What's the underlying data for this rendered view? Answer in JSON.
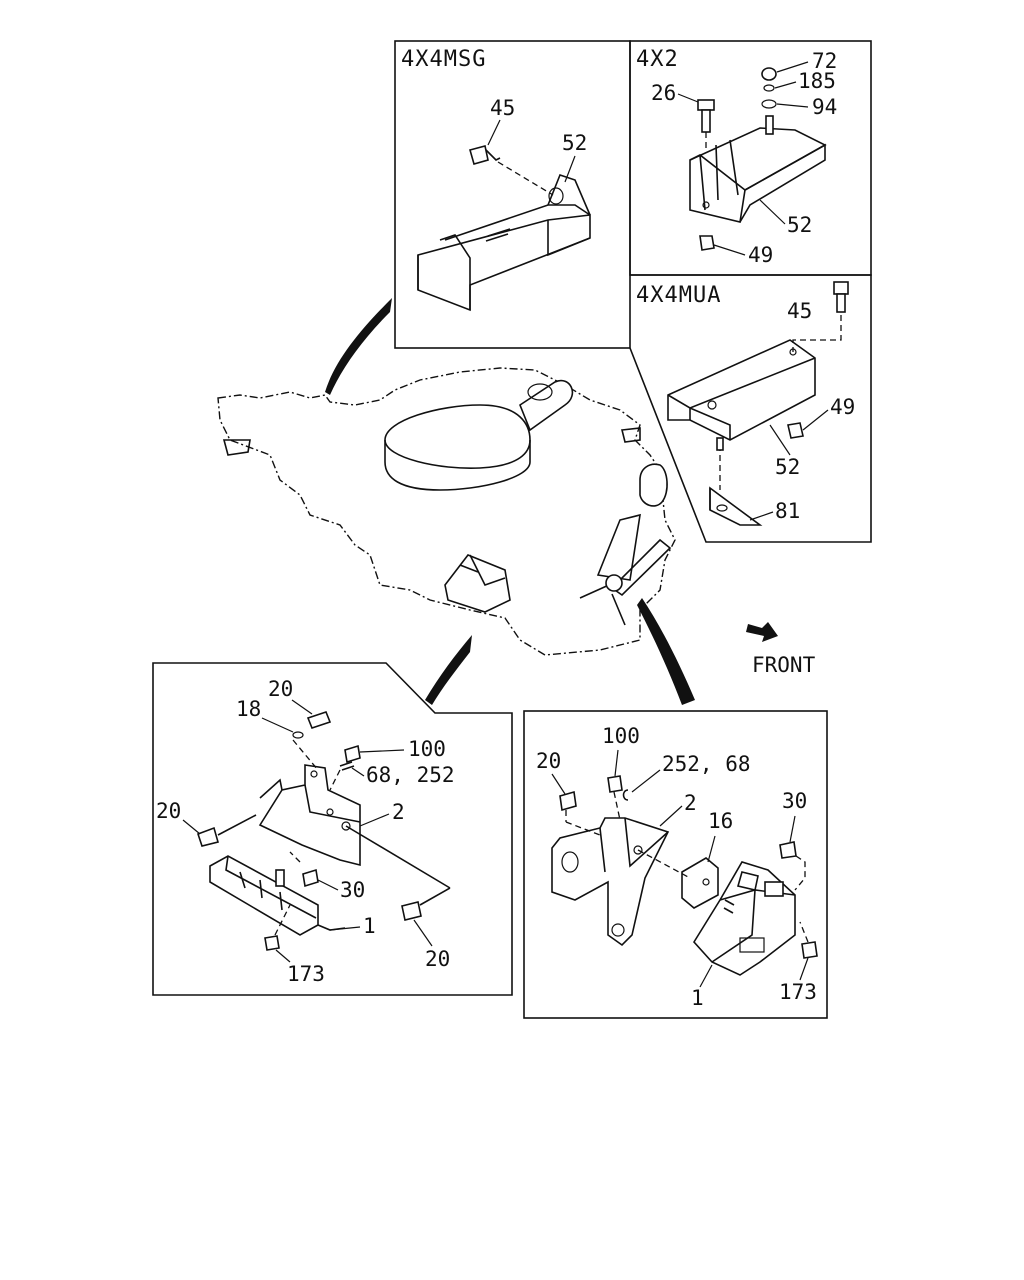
{
  "panels": {
    "msg": {
      "title": "4X4MSG",
      "labels": {
        "bolt": "45",
        "bracket": "52"
      }
    },
    "x2": {
      "title": "4X2",
      "labels": {
        "nut_top": "72",
        "washer_a": "185",
        "washer_b": "94",
        "bolt": "26",
        "bracket": "52",
        "nut_bottom": "49"
      }
    },
    "mua": {
      "title": "4X4MUA",
      "labels": {
        "bolt": "45",
        "nut": "49",
        "bracket": "52",
        "plate": "81"
      }
    },
    "left_mount": {
      "labels": {
        "bolt_top": "20",
        "washer": "18",
        "nut": "100",
        "washer_pair": "68, 252",
        "bolt_left": "20",
        "bracket": "2",
        "bolt_mid": "30",
        "mount": "1",
        "bolt_right": "20",
        "nut_bottom": "173"
      }
    },
    "right_mount": {
      "labels": {
        "nut": "100",
        "washer_pair": "252, 68",
        "bolt": "20",
        "bracket": "2",
        "shim": "16",
        "bolt_right": "30",
        "mount": "1",
        "nut_bottom": "173"
      }
    }
  },
  "front_label": "FRONT",
  "icons": {
    "front_arrow": "arrow-right-down-icon"
  }
}
